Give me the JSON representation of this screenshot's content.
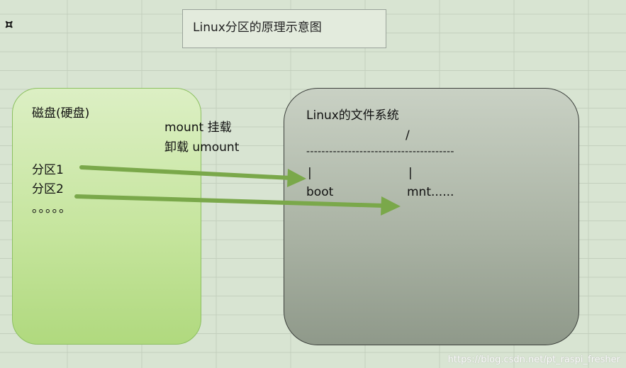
{
  "title": "Linux分区的原理示意图",
  "disk": {
    "title": "磁盘(硬盘)",
    "partition1": "分区1",
    "partition2": "分区2",
    "more": "。。。。。"
  },
  "actions": {
    "mount": "mount 挂载",
    "umount": "卸载 umount"
  },
  "filesystem": {
    "title": "Linux的文件系统",
    "root": "/",
    "separator": "---------------------------------------",
    "branch_left": "|",
    "branch_right": "|",
    "dir_boot": "boot",
    "dir_mnt": "mnt......"
  },
  "watermark": "https://blog.csdn.net/pt_raspi_fresher",
  "colors": {
    "background": "#d8e4d2",
    "gridline": "#c3cfbd",
    "disk_fill": "#c6e59e",
    "filesystem_fill": "#a8b1a2",
    "arrow": "#7aa84a"
  },
  "icons": {
    "corner": "puzzle-piece-icon"
  }
}
